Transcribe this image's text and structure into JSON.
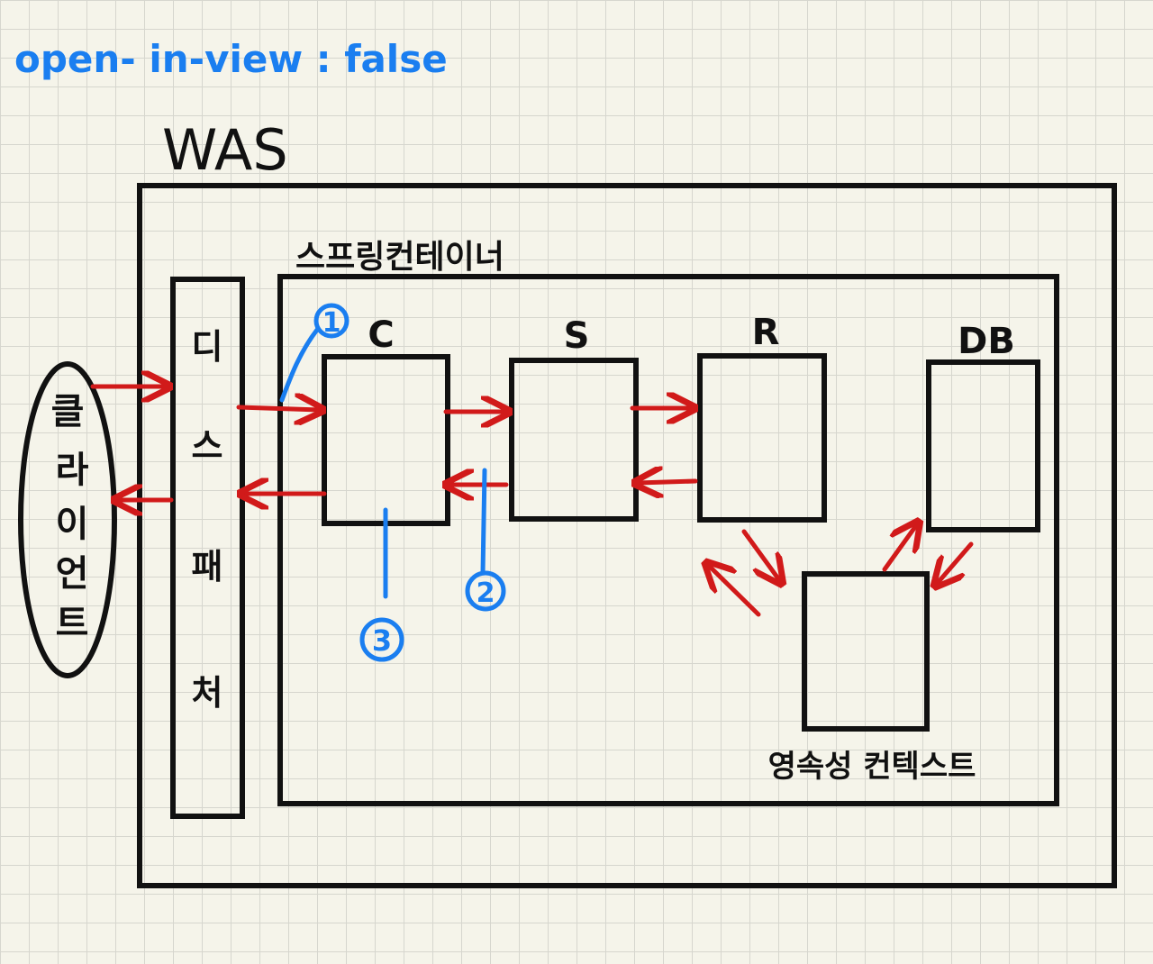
{
  "header": {
    "config_note": "open- in-view : false"
  },
  "diagram": {
    "was_label": "WAS",
    "spring_container_label": "스프링컨테이너",
    "client_label": "클라이언트",
    "dispatcher_label": "디스패처",
    "dispatcher_chars": [
      "디",
      "스",
      "패",
      "처"
    ],
    "client_chars": [
      "클",
      "라",
      "이",
      "언",
      "트"
    ],
    "layers": {
      "controller": "C",
      "service": "S",
      "repository": "R",
      "db": "DB"
    },
    "persistence_context_label": "영속성 컨텍스트",
    "markers": {
      "m1": "1",
      "m2": "2",
      "m3": "3"
    }
  },
  "colors": {
    "ink": "#111111",
    "arrow_red": "#d11a1a",
    "marker_blue": "#1a7ef0",
    "paper": "#f5f4ea",
    "grid": "#d6d6ce"
  }
}
